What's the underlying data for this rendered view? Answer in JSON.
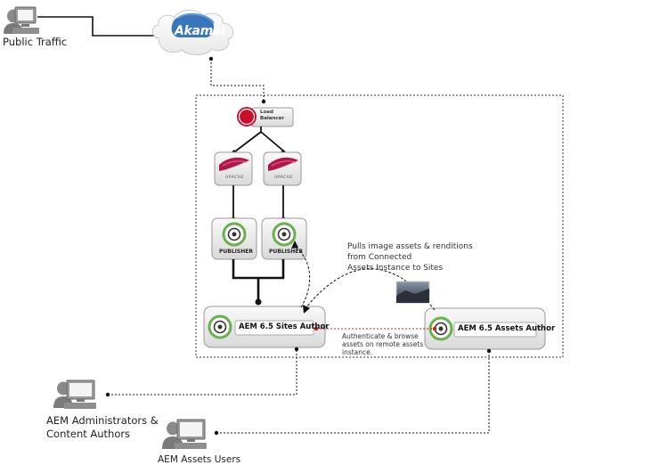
{
  "nodes": {
    "public_traffic": "Public Traffic",
    "cdn_logo": "Akamai",
    "load_balancer": [
      "Load",
      "Balancer"
    ],
    "web_server_logo": "APACHE",
    "publisher_label": "PUBLISHER",
    "sites_author": "AEM 6.5 Sites Author",
    "assets_author": "AEM 6.5 Assets Author",
    "admins": [
      "AEM Administrators &",
      "Content Authors"
    ],
    "assets_users": "AEM Assets Users"
  },
  "annotations": {
    "pull_assets": [
      "Pulls image assets & renditions",
      "from Connected",
      "Assets Instance to Sites"
    ],
    "authenticate": [
      "Authenticate & browse",
      "assets on remote assets",
      "instance."
    ]
  },
  "colors": {
    "cloud_blue": "#2e6fb8",
    "publisher_green": "#6ab04c",
    "apache_red": "#b0174a",
    "connector_red": "#cc1b1b",
    "f5_red": "#c8102e"
  }
}
